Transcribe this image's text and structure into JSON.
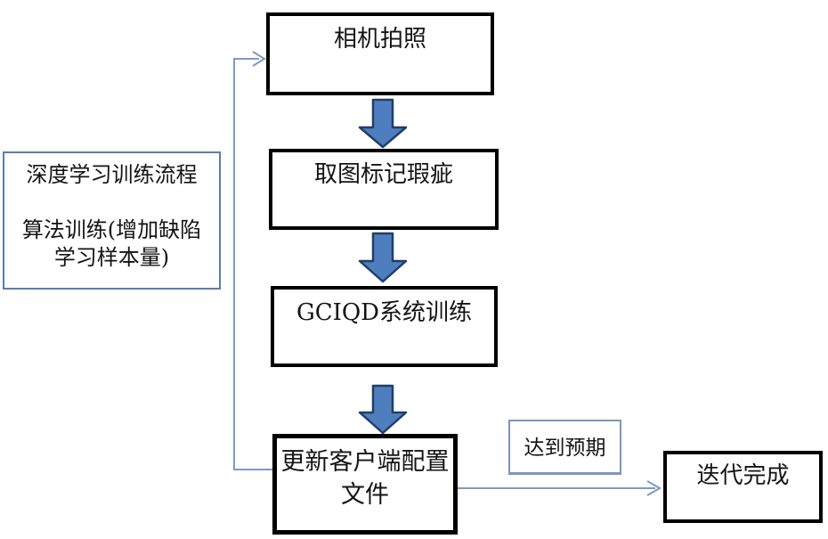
{
  "diagram": {
    "type": "flowchart",
    "nodes": {
      "camera": {
        "label": "相机拍照"
      },
      "mark": {
        "label": "取图标记瑕疵"
      },
      "train": {
        "label": "GCIQD系统训练"
      },
      "update": {
        "line1": "更新客户端配置",
        "line2": "文件"
      },
      "expected": {
        "label": "达到预期"
      },
      "done": {
        "label": "迭代完成"
      }
    },
    "note": {
      "line1": "深度学习训练流程",
      "line2": "算法训练(增加缺陷",
      "line3": "学习样本量)"
    },
    "colors": {
      "background": "#ffffff",
      "text": "#141414",
      "node_border": "#000000",
      "note_border": "#5b7db1",
      "expected_border": "#7e97ba",
      "connector": "#7f99c2",
      "arrow_fill": "#4f7ebe",
      "arrow_stroke": "#203f68"
    }
  }
}
